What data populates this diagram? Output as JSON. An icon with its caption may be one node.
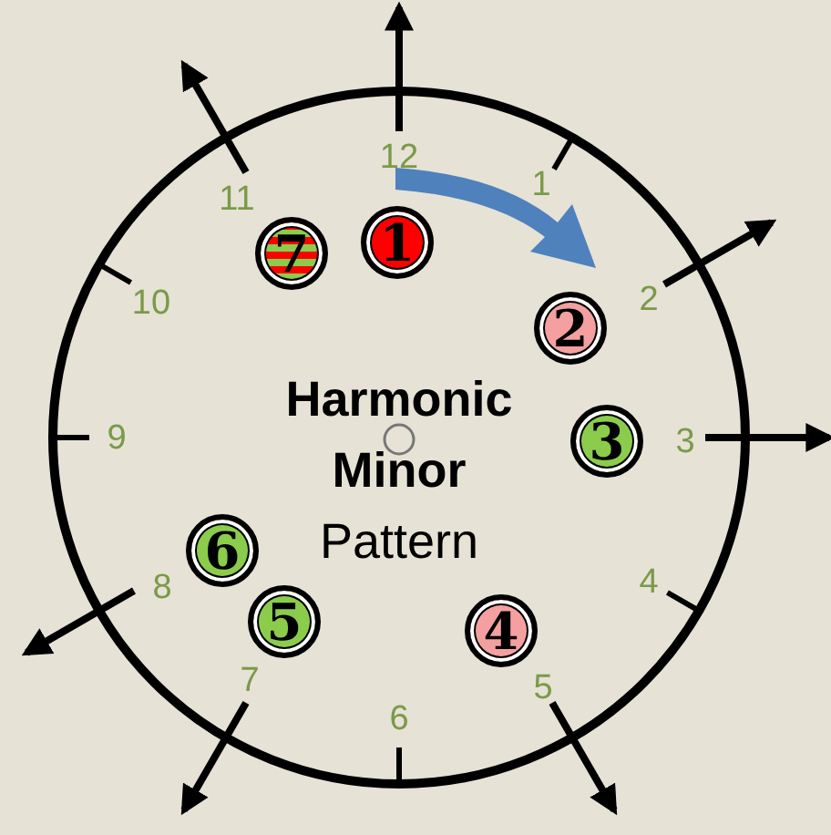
{
  "diagram": {
    "title": "**Harmonic Minor** Pattern",
    "nodes": [
      {
        "text": [
          "7"
        ]
      },
      {
        "text": [
          "1"
        ]
      },
      {
        "text": [
          "2"
        ]
      },
      {
        "text": [
          "3"
        ]
      },
      {
        "text": [
          "6"
        ]
      },
      {
        "text": [
          "5"
        ]
      },
      {
        "text": [
          "4"
        ]
      }
    ],
    "edges": [],
    "labels": [
      "12",
      "11",
      "1",
      "10",
      "2",
      "9",
      "3",
      "8",
      "4",
      "7",
      "5",
      "6"
    ]
  }
}
